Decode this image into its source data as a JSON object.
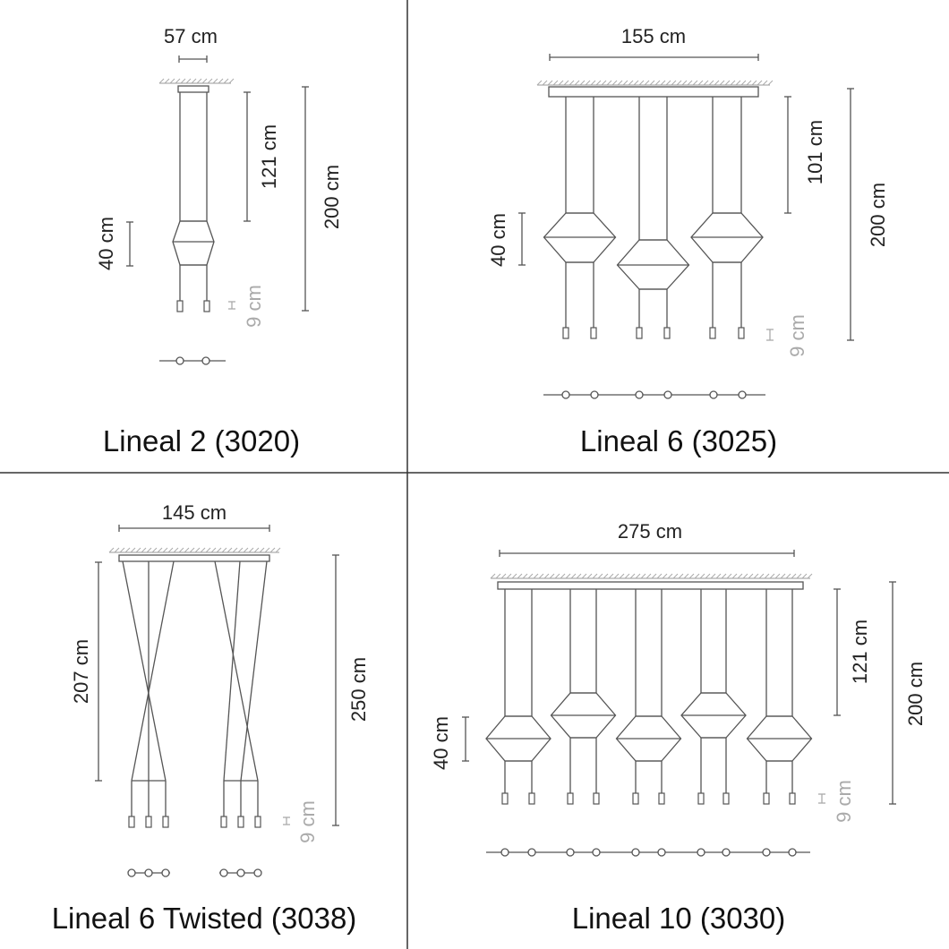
{
  "panels": [
    {
      "caption": "Lineal 2 (3020)",
      "width_label": "57 cm",
      "upper_label": "121 cm",
      "total_label": "200 cm",
      "shade_label": "40 cm",
      "plug_label": "9 cm"
    },
    {
      "caption": "Lineal 6 (3025)",
      "width_label": "155 cm",
      "upper_label": "101 cm",
      "total_label": "200 cm",
      "shade_label": "40 cm",
      "plug_label": "9 cm"
    },
    {
      "caption": "Lineal 6 Twisted (3038)",
      "width_label": "145 cm",
      "upper_label": "207 cm",
      "total_label": "250 cm",
      "plug_label": "9 cm"
    },
    {
      "caption": "Lineal 10 (3030)",
      "width_label": "275 cm",
      "upper_label": "121 cm",
      "total_label": "200 cm",
      "shade_label": "40 cm",
      "plug_label": "9 cm"
    }
  ],
  "colors": {
    "line": "#555555",
    "divider": "#333333",
    "muted": "#aaaaaa"
  }
}
